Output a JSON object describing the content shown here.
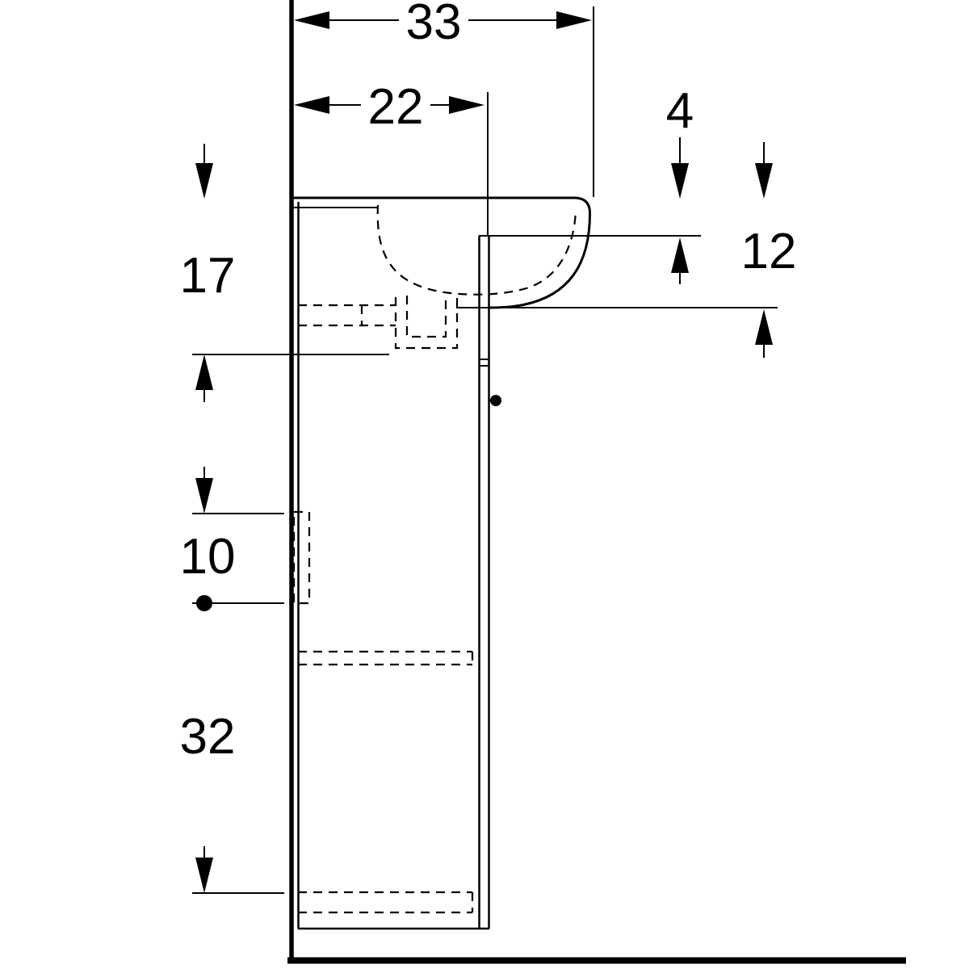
{
  "page": {
    "background_color": "#ffffff",
    "line_color": "#000000"
  },
  "drawing": {
    "kind": "technical side-view drawing of a hand-rinse washbasin on an under-cabinet against a wall",
    "unit": "cm",
    "dimensions": {
      "overall_depth": "33",
      "cabinet_depth": "22",
      "rim_overhang_height": "4",
      "basin_zone_height": "17",
      "basin_total_height": "12",
      "connection_zone_height": "10",
      "lower_cabinet_height": "32"
    }
  }
}
